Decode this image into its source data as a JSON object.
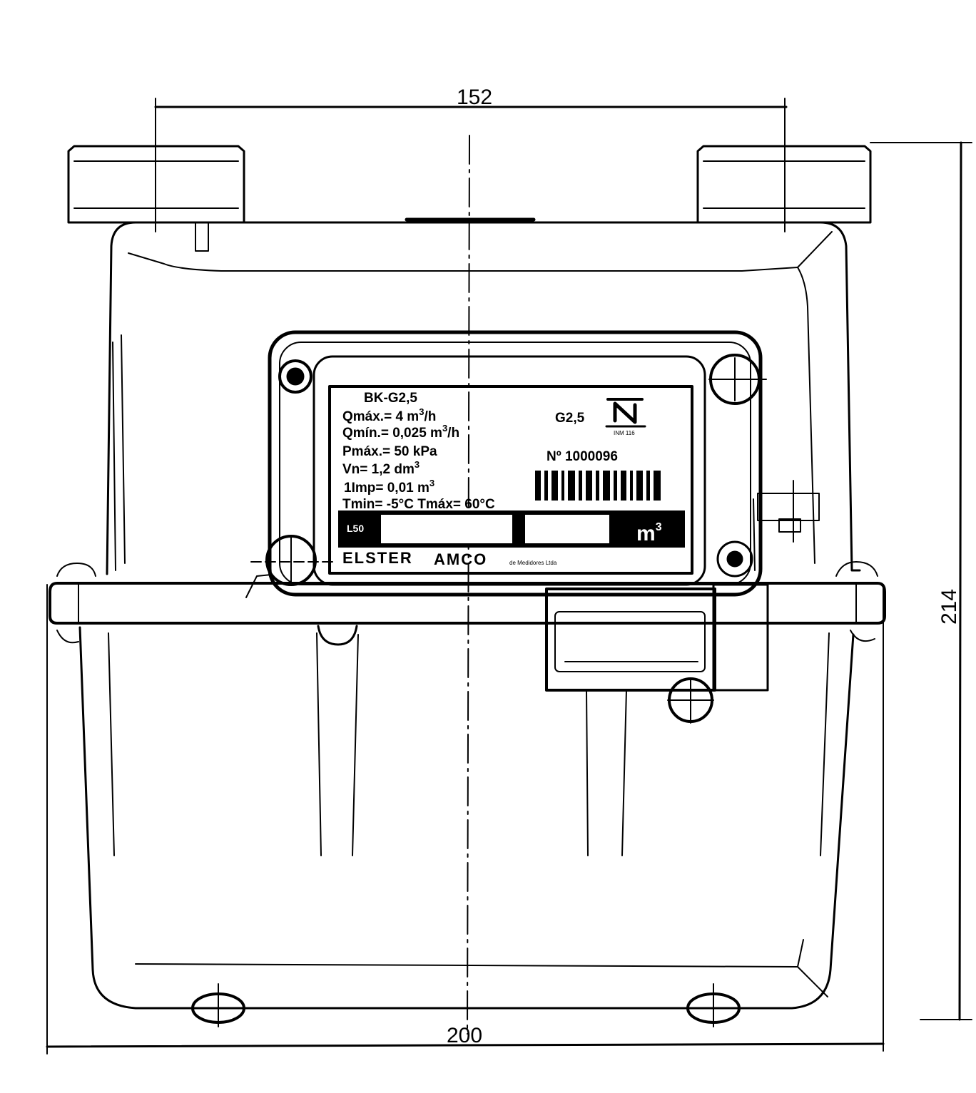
{
  "dimensions": {
    "top_width": "152",
    "bottom_width": "200",
    "height": "214"
  },
  "nameplate": {
    "model": "BK-G2,5",
    "qmax": "Qmáx.= 4 m",
    "qmax_sup": "3",
    "qmax_unit": "/h",
    "qmin": "Qmín.=  0,025 m",
    "qmin_sup": "3",
    "qmin_unit": "/h",
    "pmax": "Pmáx.= 50 kPa",
    "vn": "Vn= 1,2 dm",
    "vn_sup": "3",
    "imp": "1Imp= 0,01 m",
    "imp_sup": "3",
    "temp": "Tmin= -5°C Tmáx= 60°C",
    "class_label": "G2,5",
    "serial": "Nº 1000096",
    "counter_unit": "m",
    "counter_unit_sup": "3",
    "counter_left_label": "L50",
    "brand": "ELSTER",
    "brand_secondary": "AMCO",
    "brand_tagline": "de Medidores Ltda",
    "mark_sub": "INM 116"
  },
  "colors": {
    "ink": "#000000",
    "paper": "#ffffff"
  }
}
